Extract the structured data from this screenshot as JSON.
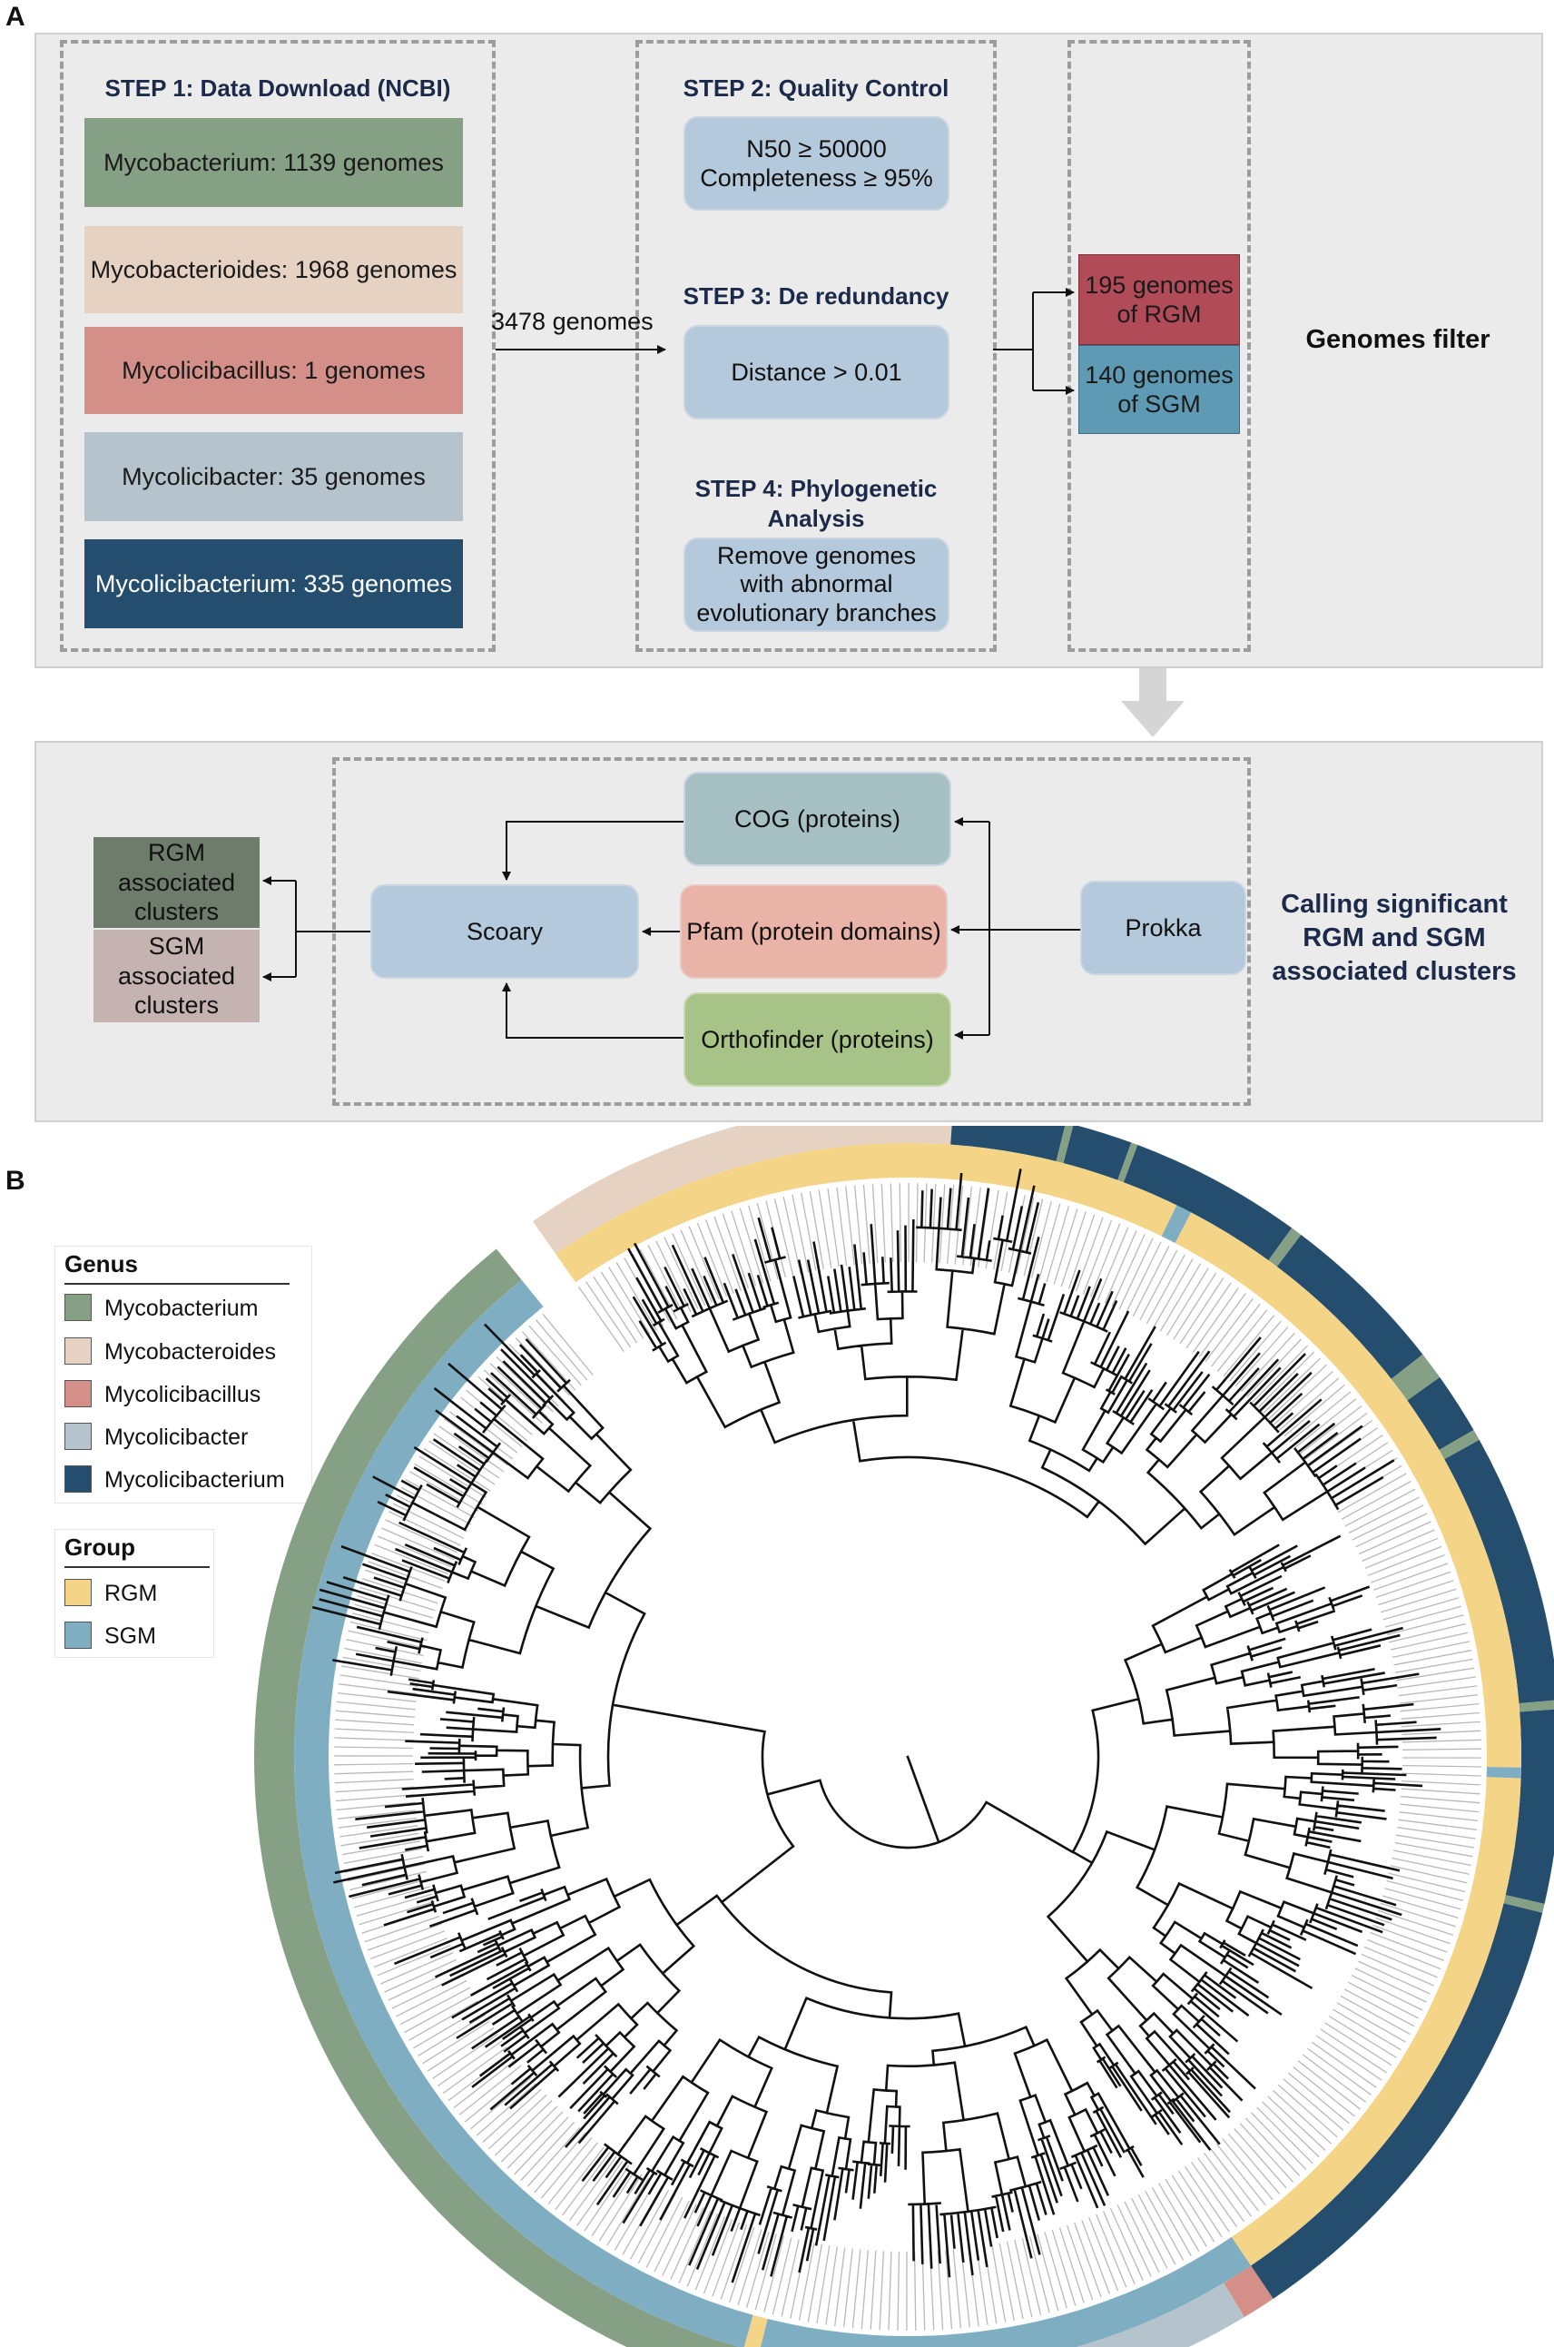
{
  "panel_a": {
    "letter": "A",
    "step1": {
      "title": "STEP 1: Data Download (NCBI)",
      "genera": [
        {
          "label": "Mycobacterium: 1139 genomes",
          "color": "#85a084",
          "text_color": "#1a1a1a"
        },
        {
          "label": "Mycobacterioides: 1968 genomes",
          "color": "#e6d2c2",
          "text_color": "#1a1a1a"
        },
        {
          "label": "Mycolicibacillus: 1 genomes",
          "color": "#d49088",
          "text_color": "#1a1a1a"
        },
        {
          "label": "Mycolicibacter: 35 genomes",
          "color": "#b4c3cc",
          "text_color": "#1a1a1a"
        },
        {
          "label": "Mycolicibacterium: 335 genomes",
          "color": "#254e6e",
          "text_color": "#ffffff"
        }
      ]
    },
    "arrow_label": "3478 genomes",
    "step2": {
      "title": "STEP 2: Quality Control",
      "box": [
        "N50 ≥ 50000",
        "Completeness ≥ 95%"
      ]
    },
    "step3": {
      "title": "STEP 3: De redundancy",
      "box": "Distance > 0.01"
    },
    "step4": {
      "title_line1": "STEP 4: Phylogenetic",
      "title_line2": "Analysis",
      "box": [
        "Remove genomes",
        "with abnormal",
        "evolutionary branches"
      ]
    },
    "rgm_out": {
      "line1": "195 genomes",
      "line2": "of RGM",
      "color": "#b24b58"
    },
    "sgm_out": {
      "line1": "140 genomes",
      "line2": "of SGM",
      "color": "#5e9ab3"
    },
    "filter_label": "Genomes filter",
    "bottom": {
      "cog": "COG (proteins)",
      "pfam": "Pfam (protein domains)",
      "ortho": "Orthofinder (proteins)",
      "scoary": "Scoary",
      "prokka": "Prokka",
      "rgm_clusters": [
        "RGM",
        "associated",
        "clusters"
      ],
      "sgm_clusters": [
        "SGM",
        "associated",
        "clusters"
      ],
      "calling": [
        "Calling significant",
        "RGM  and SGM",
        "associated clusters"
      ],
      "colors": {
        "cog": "#a6c0c4",
        "pfam": "#e9b3a8",
        "ortho": "#a7c388",
        "scoary": "#b5c9dc",
        "prokka": "#b5c9dc",
        "rgm_clusters": "#6e7c6c",
        "sgm_clusters": "#c4b3b1"
      }
    }
  },
  "panel_b": {
    "letter": "B",
    "legend_genus": {
      "title": "Genus",
      "items": [
        {
          "label": "Mycobacterium",
          "color": "#85a084"
        },
        {
          "label": "Mycobacteroides",
          "color": "#e6d2c2"
        },
        {
          "label": "Mycolicibacillus",
          "color": "#d49088"
        },
        {
          "label": "Mycolicibacter",
          "color": "#b4c3cc"
        },
        {
          "label": "Mycolicibacterium",
          "color": "#254e6e"
        }
      ]
    },
    "legend_group": {
      "title": "Group",
      "items": [
        {
          "label": "RGM",
          "color": "#f4d486"
        },
        {
          "label": "SGM",
          "color": "#7fadc2"
        }
      ]
    },
    "tree": {
      "genus_ring": [
        {
          "start": -35,
          "end": 4,
          "genus": "Mycobacteroides"
        },
        {
          "start": 4,
          "end": 14,
          "genus": "Mycolicibacterium"
        },
        {
          "start": 14,
          "end": 14.7,
          "genus": "Mycobacterium"
        },
        {
          "start": 14.7,
          "end": 20,
          "genus": "Mycolicibacterium"
        },
        {
          "start": 20,
          "end": 20.6,
          "genus": "Mycobacterium"
        },
        {
          "start": 20.6,
          "end": 36,
          "genus": "Mycolicibacterium"
        },
        {
          "start": 36,
          "end": 37,
          "genus": "Mycobacterium"
        },
        {
          "start": 37,
          "end": 52,
          "genus": "Mycolicibacterium"
        },
        {
          "start": 52,
          "end": 54.5,
          "genus": "Mycobacterium"
        },
        {
          "start": 54.5,
          "end": 60,
          "genus": "Mycolicibacterium"
        },
        {
          "start": 60,
          "end": 61,
          "genus": "Mycobacterium"
        },
        {
          "start": 61,
          "end": 85,
          "genus": "Mycolicibacterium"
        },
        {
          "start": 85,
          "end": 85.8,
          "genus": "Mycobacterium"
        },
        {
          "start": 85.8,
          "end": 103,
          "genus": "Mycolicibacterium"
        },
        {
          "start": 103,
          "end": 103.8,
          "genus": "Mycobacterium"
        },
        {
          "start": 103.8,
          "end": 146,
          "genus": "Mycolicibacterium"
        },
        {
          "start": 146,
          "end": 149,
          "genus": "Mycolicibacillus"
        },
        {
          "start": 149,
          "end": 164,
          "genus": "Mycolicibacter"
        },
        {
          "start": 164,
          "end": 165.5,
          "genus": "Mycobacterium"
        },
        {
          "start": 165.5,
          "end": 172,
          "genus": "Mycolicibacter"
        },
        {
          "start": 172,
          "end": 321,
          "genus": "Mycobacterium"
        }
      ],
      "group_ring": [
        {
          "start": -35,
          "end": 26,
          "group": "RGM"
        },
        {
          "start": 26,
          "end": 27.5,
          "group": "SGM"
        },
        {
          "start": 27.5,
          "end": 91,
          "group": "RGM"
        },
        {
          "start": 91,
          "end": 92,
          "group": "SGM"
        },
        {
          "start": 92,
          "end": 146,
          "group": "RGM"
        },
        {
          "start": 146,
          "end": 194,
          "group": "SGM"
        },
        {
          "start": 194,
          "end": 195.5,
          "group": "RGM"
        },
        {
          "start": 195.5,
          "end": 321,
          "group": "SGM"
        }
      ]
    }
  }
}
